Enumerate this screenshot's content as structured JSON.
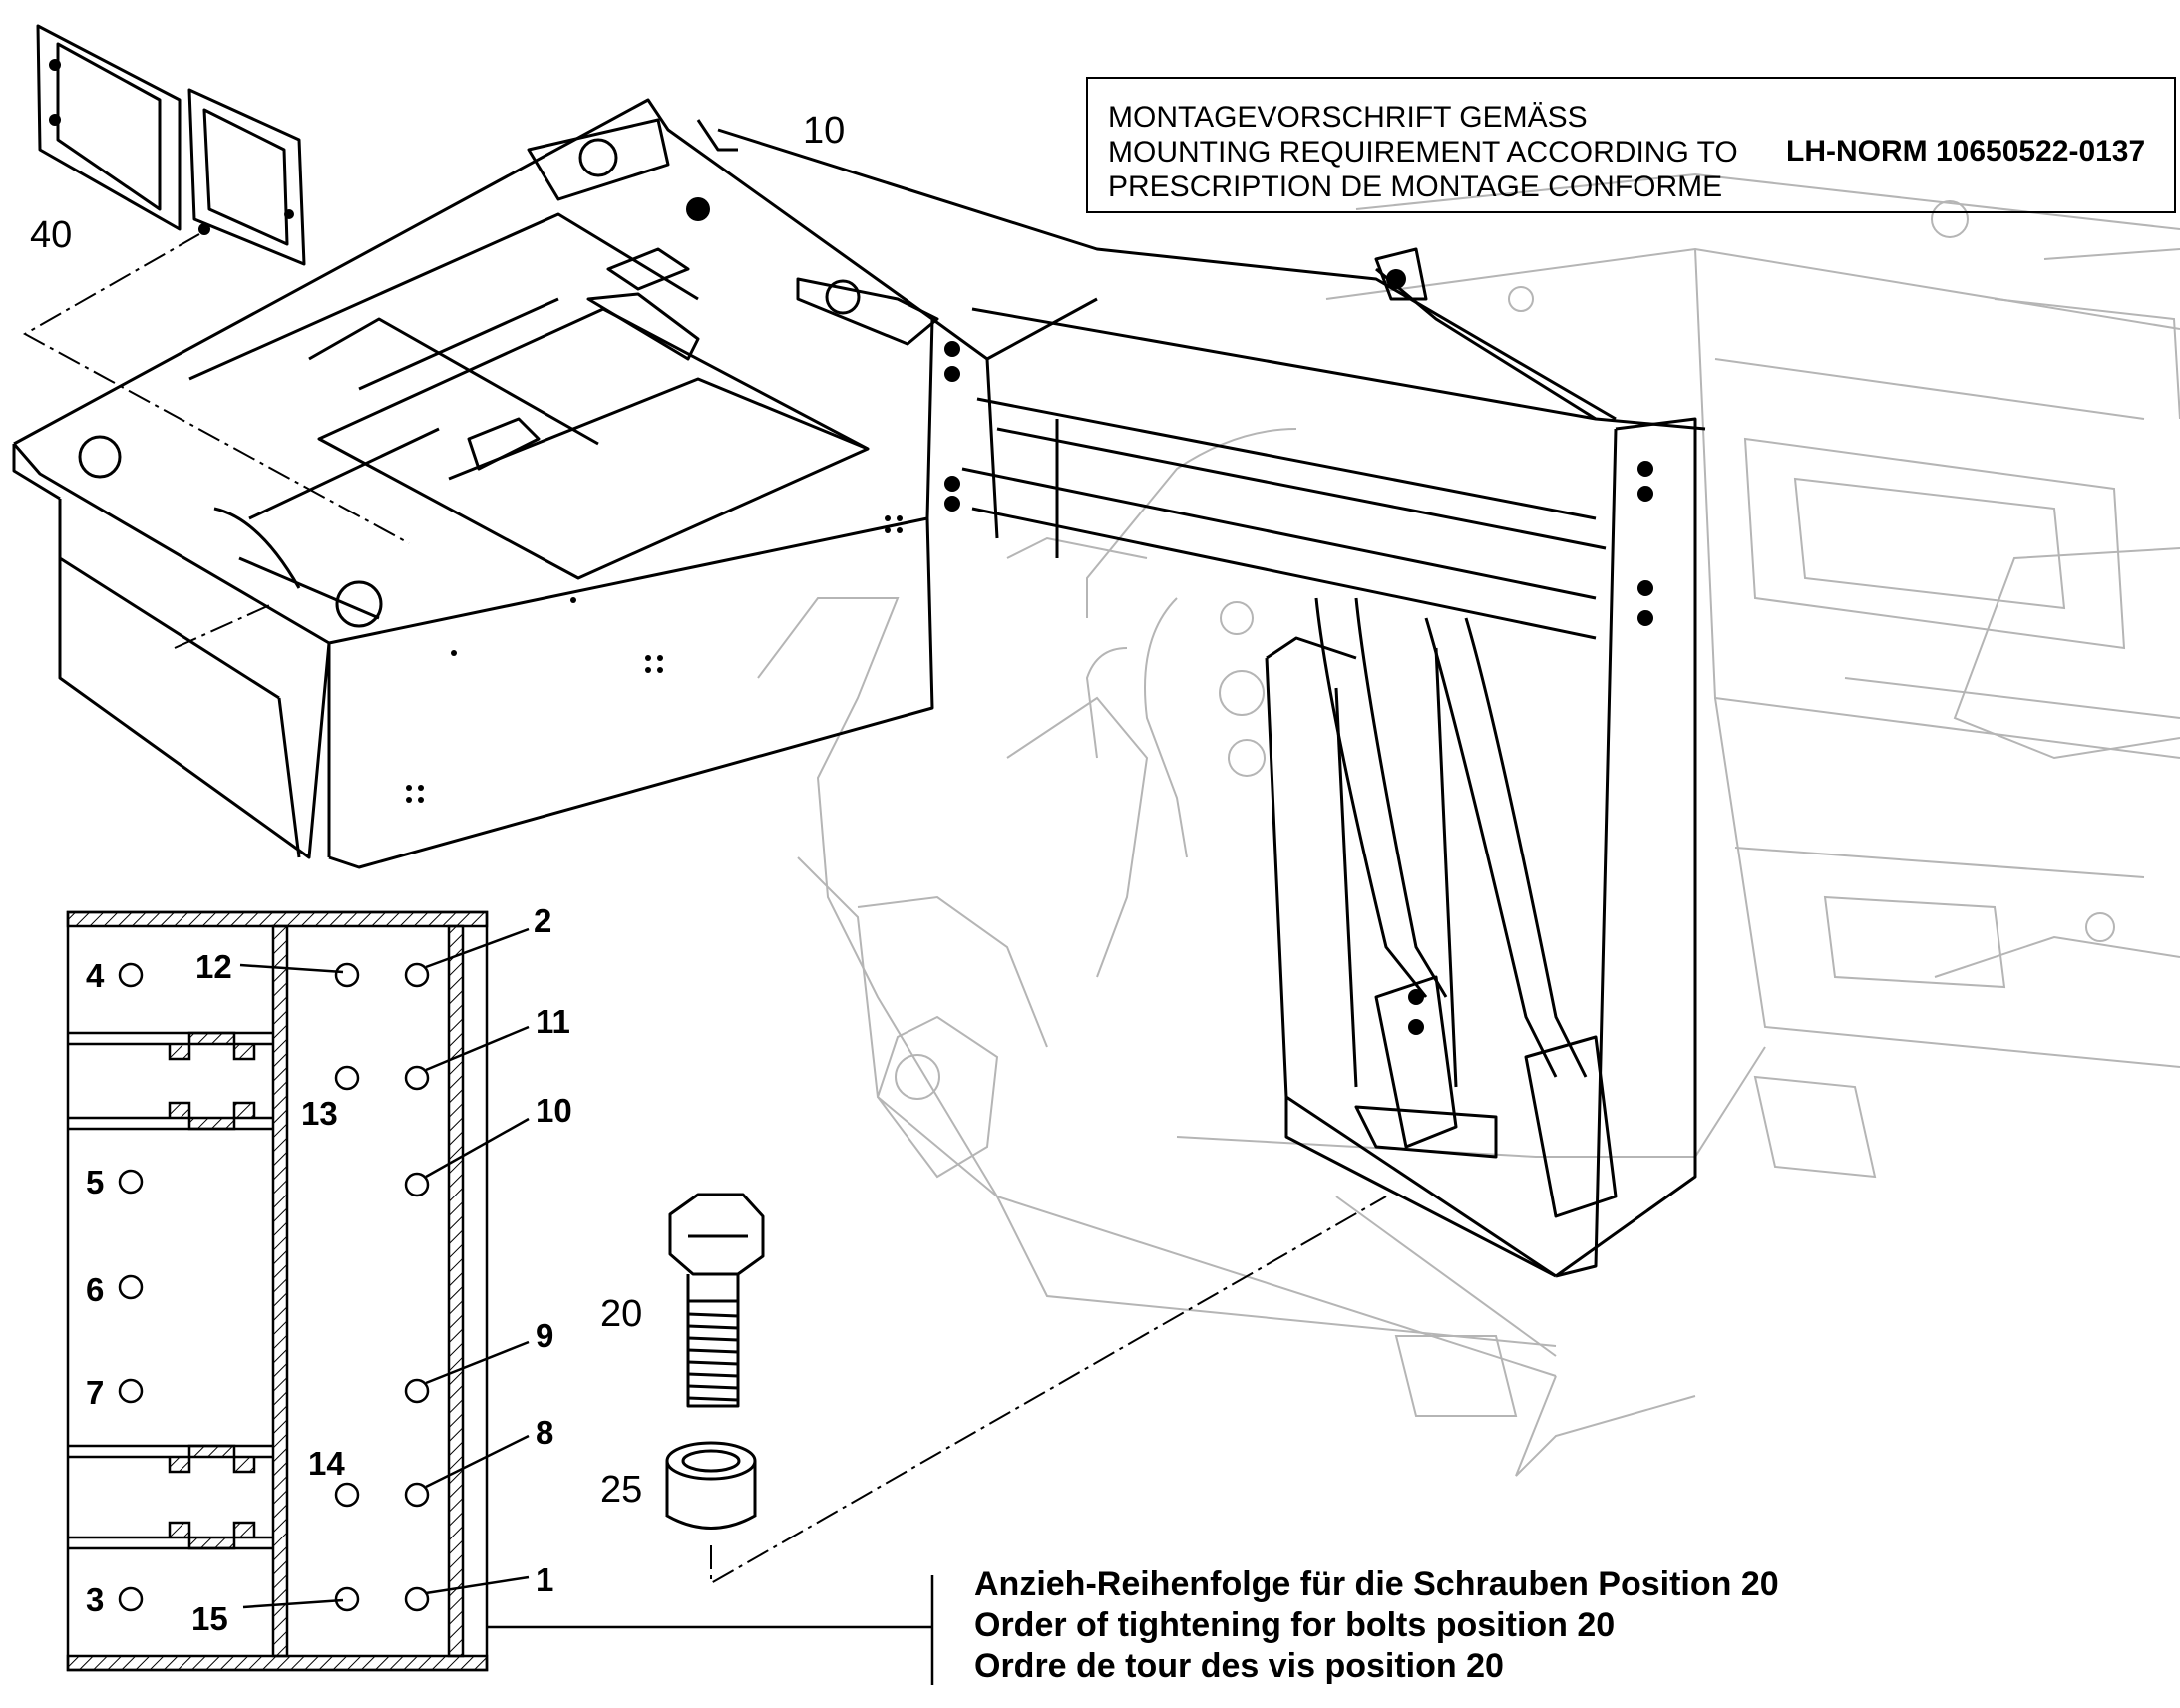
{
  "mounting_note": {
    "lines": [
      "MONTAGEVORSCHRIFT GEMÄSS",
      "MOUNTING REQUIREMENT ACCORDING TO",
      "PRESCRIPTION DE MONTAGE CONFORME"
    ],
    "norm": "LH-NORM 10650522-0137"
  },
  "callouts": {
    "frame_assembly": "10",
    "cover_plate": "40",
    "bolt": "20",
    "spacer": "25"
  },
  "tightening_sequence": [
    "1",
    "2",
    "3",
    "4",
    "5",
    "6",
    "7",
    "8",
    "9",
    "10",
    "11",
    "12",
    "13",
    "14",
    "15"
  ],
  "caption": {
    "de": "Anzieh-Reihenfolge für die Schrauben Position 20",
    "en": "Order of tightening for bolts position 20",
    "fr": "Ordre de tour des vis position 20"
  }
}
